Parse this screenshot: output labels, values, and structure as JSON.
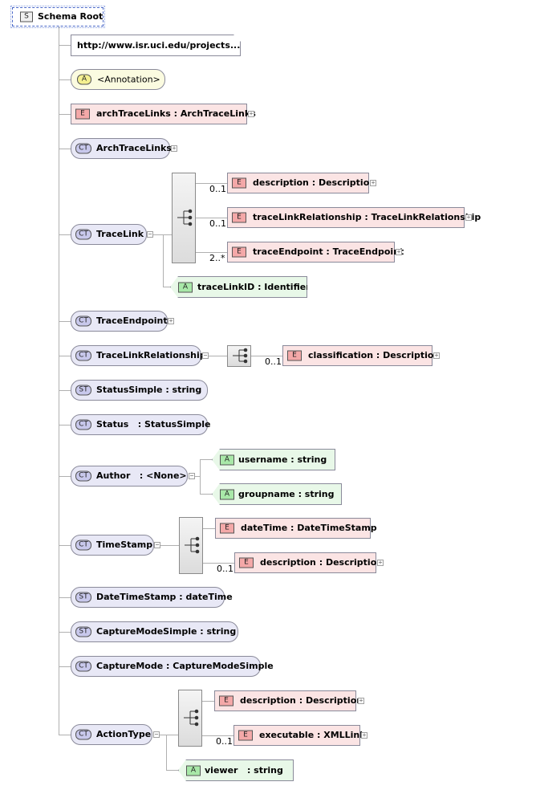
{
  "root": {
    "badge": "S",
    "label": "Schema Root"
  },
  "documentation": {
    "text": "http://www.isr.uci.edu/projects..."
  },
  "annotation": {
    "badge": "A",
    "label": "<Annotation>"
  },
  "nodes": {
    "archTraceLinks": {
      "badge": "E",
      "label": "archTraceLinks : ArchTraceLinks"
    },
    "ArchTraceLinks": {
      "badge": "CT",
      "label": "ArchTraceLinks"
    },
    "TraceLink": {
      "badge": "CT",
      "label": "TraceLink"
    },
    "TraceLink_description": {
      "badge": "E",
      "label": "description : Description",
      "occ": "0..1"
    },
    "TraceLink_relationship": {
      "badge": "E",
      "label": "traceLinkRelationship : TraceLinkRelationship",
      "occ": "0..1"
    },
    "TraceLink_endpoint": {
      "badge": "E",
      "label": "traceEndpoint : TraceEndpoint",
      "occ": "2..*"
    },
    "TraceLink_id": {
      "badge": "A",
      "label": "traceLinkID : Identifier"
    },
    "TraceEndpoint": {
      "badge": "CT",
      "label": "TraceEndpoint"
    },
    "TraceLinkRelationship": {
      "badge": "CT",
      "label": "TraceLinkRelationship"
    },
    "TLR_classification": {
      "badge": "E",
      "label": "classification : Description",
      "occ": "0..1"
    },
    "StatusSimple": {
      "badge": "ST",
      "label": "StatusSimple : string"
    },
    "Status": {
      "badge": "CT",
      "label": "Status   : StatusSimple"
    },
    "Author": {
      "badge": "CT",
      "label": "Author   : <None>"
    },
    "Author_username": {
      "badge": "A",
      "label": "username : string"
    },
    "Author_groupname": {
      "badge": "A",
      "label": "groupname : string"
    },
    "TimeStamp": {
      "badge": "CT",
      "label": "TimeStamp"
    },
    "TS_dateTime": {
      "badge": "E",
      "label": "dateTime : DateTimeStamp"
    },
    "TS_description": {
      "badge": "E",
      "label": "description : Description",
      "occ": "0..1"
    },
    "DateTimeStamp": {
      "badge": "ST",
      "label": "DateTimeStamp : dateTime"
    },
    "CaptureModeSimple": {
      "badge": "ST",
      "label": "CaptureModeSimple : string"
    },
    "CaptureMode": {
      "badge": "CT",
      "label": "CaptureMode : CaptureModeSimple"
    },
    "ActionType": {
      "badge": "CT",
      "label": "ActionType"
    },
    "AT_description": {
      "badge": "E",
      "label": "description : Description"
    },
    "AT_executable": {
      "badge": "E",
      "label": "executable : XMLLink",
      "occ": "0..1"
    },
    "AT_viewer": {
      "badge": "A",
      "label": "viewer   : string"
    }
  },
  "expand_symbol": "+",
  "collapse_symbol": "−"
}
